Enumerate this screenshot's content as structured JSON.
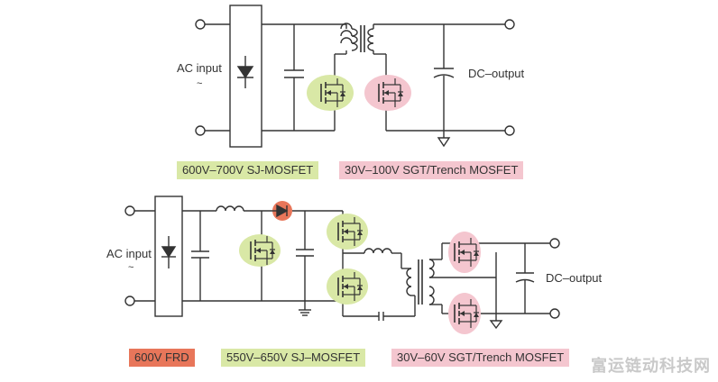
{
  "colors": {
    "line": "#333333",
    "sj_green": "#d9e8a6",
    "sgt_pink": "#f4c6cf",
    "frd_red": "#e8765a"
  },
  "top": {
    "input_label": "AC input",
    "input_tilde": "~",
    "output_label": "DC–output",
    "legend_sj": "600V–700V  SJ-MOSFET",
    "legend_sgt": "30V–100V  SGT/Trench MOSFET"
  },
  "bottom": {
    "input_label": "AC input",
    "input_tilde": "~",
    "output_label": "DC–output",
    "legend_frd": "600V  FRD",
    "legend_sj": "550V–650V  SJ–MOSFET",
    "legend_sgt": "30V–60V  SGT/Trench MOSFET"
  },
  "watermark": "富运链动科技网"
}
